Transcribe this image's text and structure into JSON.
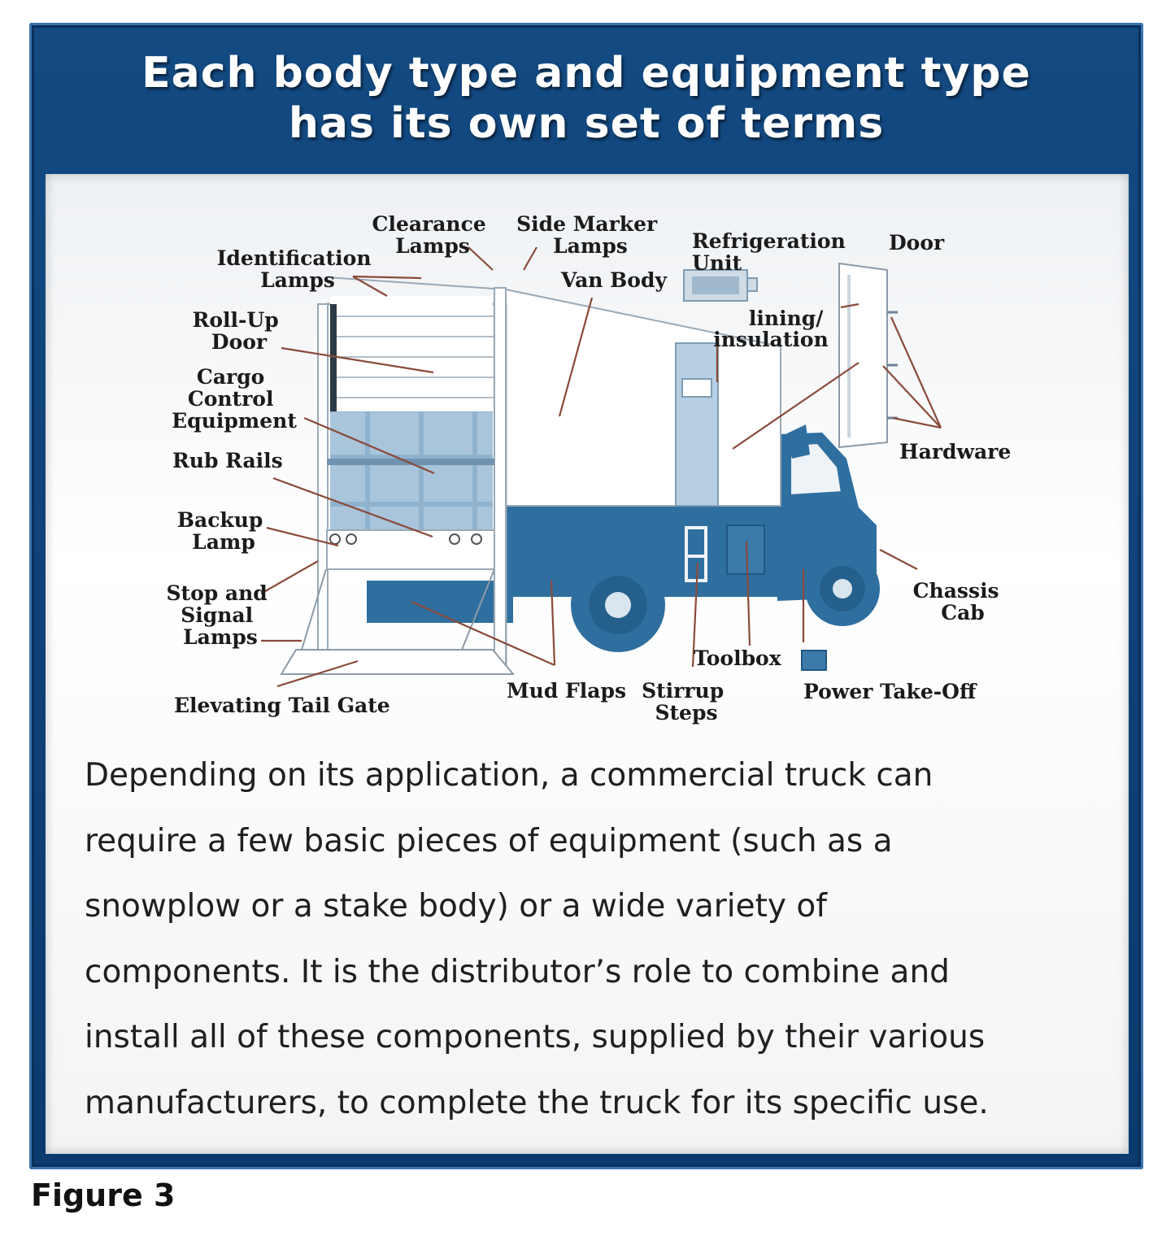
{
  "header": {
    "title_line1": "Each body type and equipment type",
    "title_line2": "has its own set of terms"
  },
  "labels": {
    "clearance": [
      "Clearance",
      "Lamps"
    ],
    "side_marker": [
      "Side Marker",
      "Lamps"
    ],
    "identification": [
      "Identification",
      "Lamps"
    ],
    "refrigeration": [
      "Refrigeration",
      "Unit"
    ],
    "door": "Door",
    "van_body": "Van Body",
    "lining": [
      "lining/",
      "insulation"
    ],
    "roll_up": [
      "Roll-Up",
      "Door"
    ],
    "cargo": [
      "Cargo",
      "Control",
      "Equipment"
    ],
    "hardware": "Hardware",
    "rub_rails": "Rub Rails",
    "backup": [
      "Backup",
      "Lamp"
    ],
    "chassis": [
      "Chassis",
      "Cab"
    ],
    "stop_signal": [
      "Stop and",
      "Signal",
      "Lamps"
    ],
    "toolbox": "Toolbox",
    "mud_flaps": "Mud Flaps",
    "stirrup": [
      "Stirrup",
      "Steps"
    ],
    "pto": "Power Take-Off",
    "tail_gate": "Elevating Tail Gate"
  },
  "caption": [
    "Depending on its application, a commercial truck can",
    "require a few basic pieces of equipment (such as a",
    "snowplow or a stake body) or a wide variety of",
    "components. It is the distributor’s role to combine and",
    "install all of these components, supplied by their various",
    "manufacturers, to complete the truck for its specific use."
  ],
  "figure_label": "Figure 3",
  "colors": {
    "frame_blue": "#0b3a6e",
    "truck_blue": "#2f6f9f",
    "leader_brown": "#8a4a3a"
  }
}
